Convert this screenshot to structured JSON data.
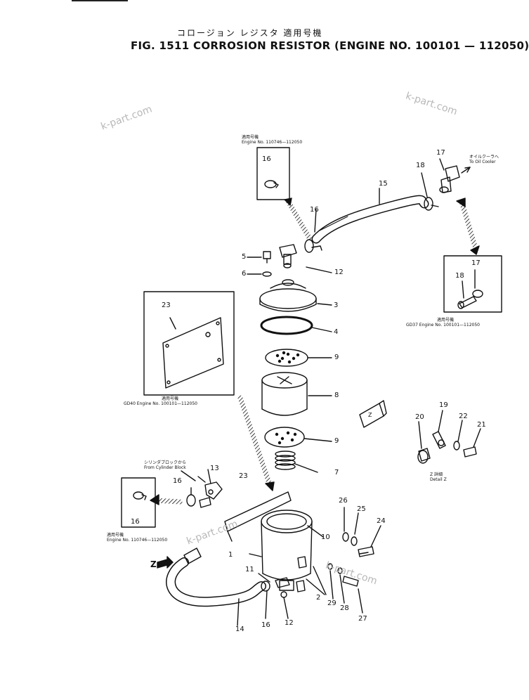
{
  "header": {
    "japanese_title": "コロージョン レジスタ   適用号機",
    "title": "FIG. 1511  CORROSION RESISTOR (ENGINE NO. 100101 — 112050)"
  },
  "watermarks": [
    "k-part.com",
    "k-part.com",
    "k-part.com",
    "k-part.com"
  ],
  "notes": {
    "top_applicable": "適用号機",
    "top_engine": "Engine No. 110746—112050",
    "right_applicable": "適用号機",
    "right_engine": "GD37 Engine No. 100101—112050",
    "left_applicable": "適用号機",
    "left_engine": "GD40 Engine No. 100101—112050",
    "bottom_applicable": "適用号機",
    "bottom_engine": "Engine No. 110746—112050",
    "to_oil_cooler_jp": "オイルクーラへ",
    "to_oil_cooler": "To Oil Cooler",
    "from_block_jp": "シリンダブロックから",
    "from_block": "From Cylinder Block",
    "detail_jp": "Z 詳細",
    "detail": "Detail Z",
    "z_marker": "Z",
    "z_box": "Z"
  },
  "part_labels": {
    "p1": "1",
    "p2": "2",
    "p3": "3",
    "p4": "4",
    "p5": "5",
    "p6": "6",
    "p7": "7",
    "p8": "8",
    "p9a": "9",
    "p9b": "9",
    "p10": "10",
    "p11": "11",
    "p12": "12",
    "p13a": "13",
    "p13b": "13",
    "p14": "14",
    "p15": "15",
    "p16a": "16",
    "p16b": "16",
    "p16c": "16",
    "p16d": "16",
    "p16e": "16",
    "p17a": "17",
    "p17b": "17",
    "p18a": "18",
    "p18b": "18",
    "p19": "19",
    "p20": "20",
    "p21": "21",
    "p22": "22",
    "p23a": "23",
    "p23b": "23",
    "p24": "24",
    "p25": "25",
    "p26": "26",
    "p27": "27",
    "p28": "28",
    "p29": "29"
  }
}
